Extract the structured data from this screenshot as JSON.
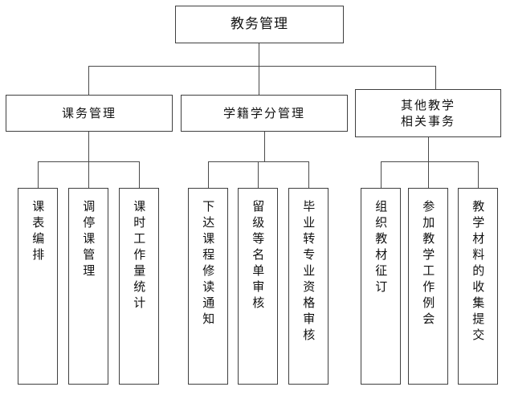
{
  "diagram": {
    "type": "organizational-tree",
    "title": "教务管理",
    "root": {
      "label": "教务管理"
    },
    "branches": [
      {
        "label_line1": "课务管理",
        "label_line2": ""
      },
      {
        "label_line1": "学籍学分管理",
        "label_line2": ""
      },
      {
        "label_line1": "其他教学",
        "label_line2": "相关事务"
      }
    ],
    "leaves": {
      "group1": [
        {
          "label": "课表编排"
        },
        {
          "label": "调停课管理"
        },
        {
          "label": "课时工作量统计"
        }
      ],
      "group2": [
        {
          "label": "下达课程修读通知"
        },
        {
          "label": "留级等名单审核"
        },
        {
          "label": "毕业转专业资格审核"
        }
      ],
      "group3": [
        {
          "label": "组织教材征订"
        },
        {
          "label": "参加教学工作例会"
        },
        {
          "label": "教学材料的收集提交"
        }
      ]
    },
    "colors": {
      "border": "#3f3f3f",
      "connector": "#4a4a4a",
      "background": "#ffffff",
      "text": "#111111"
    }
  }
}
